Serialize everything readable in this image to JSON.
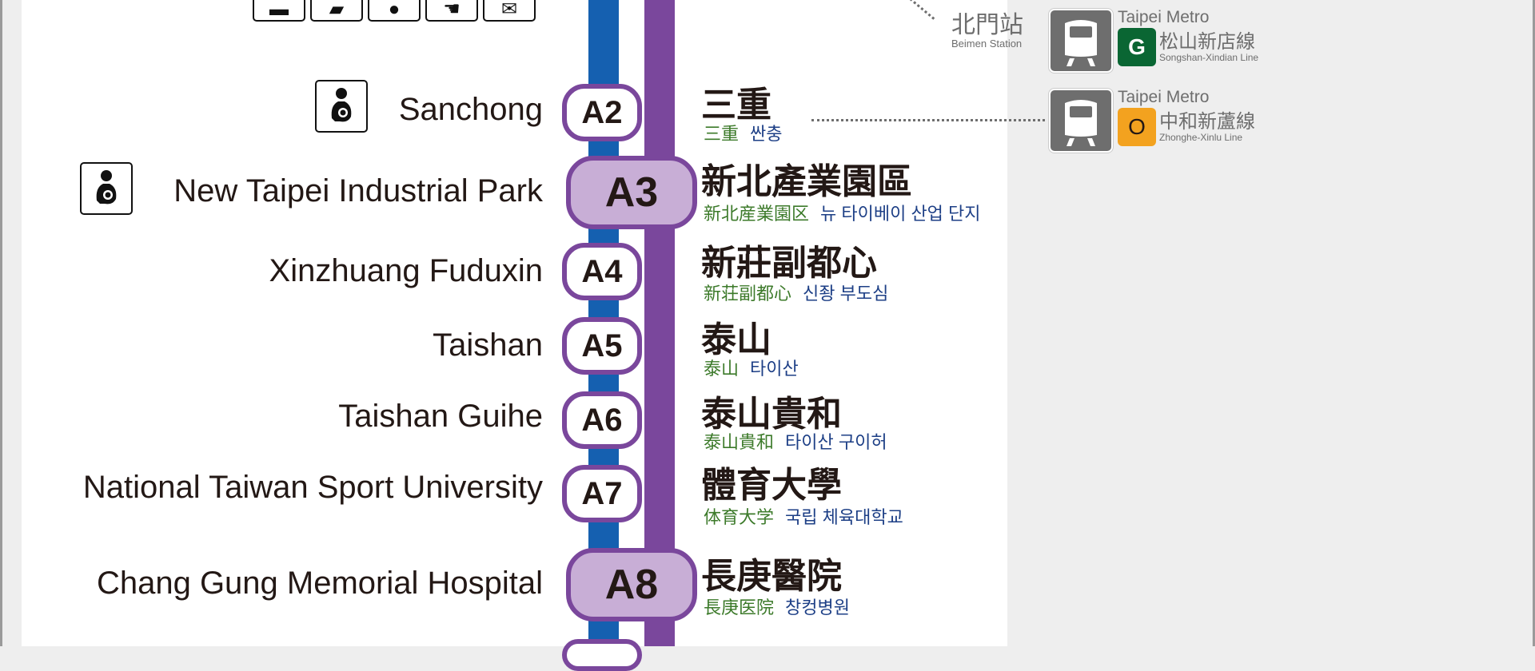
{
  "map": {
    "line_colors": {
      "blue_line": "#1560b0",
      "airport_line": "#7a479c",
      "major_station_fill": "#c8aed6"
    },
    "facility_icons": [
      "luggage-locker-icon",
      "ticket-icon",
      "restroom-icon",
      "information-hand-icon",
      "mail-icon"
    ],
    "stations": [
      {
        "code": "A2",
        "en": "Sanchong",
        "zh": "三重",
        "jp": "三重",
        "kr": "싼충",
        "major": false,
        "nursing_room": true
      },
      {
        "code": "A3",
        "en": "New Taipei Industrial Park",
        "zh": "新北產業園區",
        "jp": "新北産業園区",
        "kr": "뉴 타이베이 산업 단지",
        "major": true,
        "nursing_room": true
      },
      {
        "code": "A4",
        "en": "Xinzhuang Fuduxin",
        "zh": "新莊副都心",
        "jp": "新荘副都心",
        "kr": "신좡 부도심",
        "major": false,
        "nursing_room": false
      },
      {
        "code": "A5",
        "en": "Taishan",
        "zh": "泰山",
        "jp": "泰山",
        "kr": "타이산",
        "major": false,
        "nursing_room": false
      },
      {
        "code": "A6",
        "en": "Taishan Guihe",
        "zh": "泰山貴和",
        "jp": "泰山貴和",
        "kr": "타이산 구이허",
        "major": false,
        "nursing_room": false
      },
      {
        "code": "A7",
        "en": "National Taiwan Sport University",
        "zh": "體育大學",
        "jp": "体育大学",
        "kr": "국립 체육대학교",
        "major": false,
        "nursing_room": false
      },
      {
        "code": "A8",
        "en": "Chang Gung Memorial Hospital",
        "zh": "長庚醫院",
        "jp": "長庚医院",
        "kr": "창컹병원",
        "major": true,
        "nursing_room": false
      }
    ],
    "beimen": {
      "zh": "北門站",
      "en": "Beimen Station"
    },
    "transfers": [
      {
        "operator": "Taipei Metro",
        "letter": "G",
        "color": "#0a6633",
        "text_color": "#ffffff",
        "zh": "松山新店線",
        "en": "Songshan-Xindian Line"
      },
      {
        "operator": "Taipei Metro",
        "letter": "O",
        "color": "#f3a21f",
        "text_color": "#231815",
        "zh": "中和新蘆線",
        "en": "Zhonghe-Xinlu Line"
      }
    ]
  }
}
